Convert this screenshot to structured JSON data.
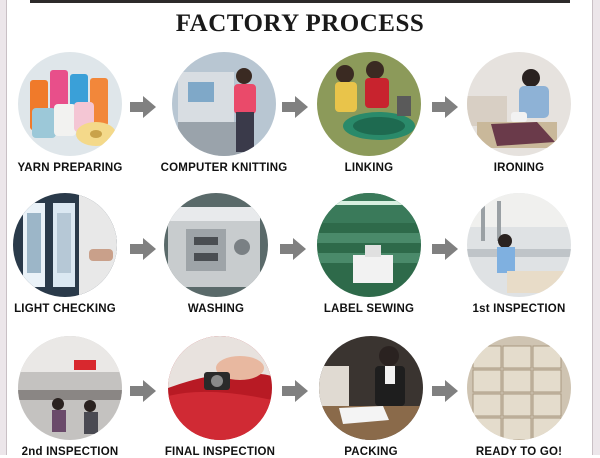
{
  "title": "FACTORY PROCESS",
  "steps": [
    {
      "label": "YARN PREPARING",
      "icon": "yarn-cones-icon"
    },
    {
      "label": "COMPUTER KNITTING",
      "icon": "knitting-machine-icon"
    },
    {
      "label": "LINKING",
      "icon": "linking-machine-icon"
    },
    {
      "label": "IRONING",
      "icon": "iron-icon"
    },
    {
      "label": "LIGHT CHECKING",
      "icon": "light-table-icon"
    },
    {
      "label": "WASHING",
      "icon": "washing-machine-icon"
    },
    {
      "label": "LABEL SEWING",
      "icon": "sewing-floor-icon"
    },
    {
      "label": "1st INSPECTION",
      "icon": "inspection-floor-icon"
    },
    {
      "label": "2nd INSPECTION",
      "icon": "workshop-icon"
    },
    {
      "label": "FINAL INSPECTION",
      "icon": "magnifier-icon"
    },
    {
      "label": "PACKING",
      "icon": "packing-icon"
    },
    {
      "label": "READY TO GO!",
      "icon": "cartons-icon"
    }
  ],
  "colors": {
    "arrow": "#808080",
    "text": "#111111"
  }
}
